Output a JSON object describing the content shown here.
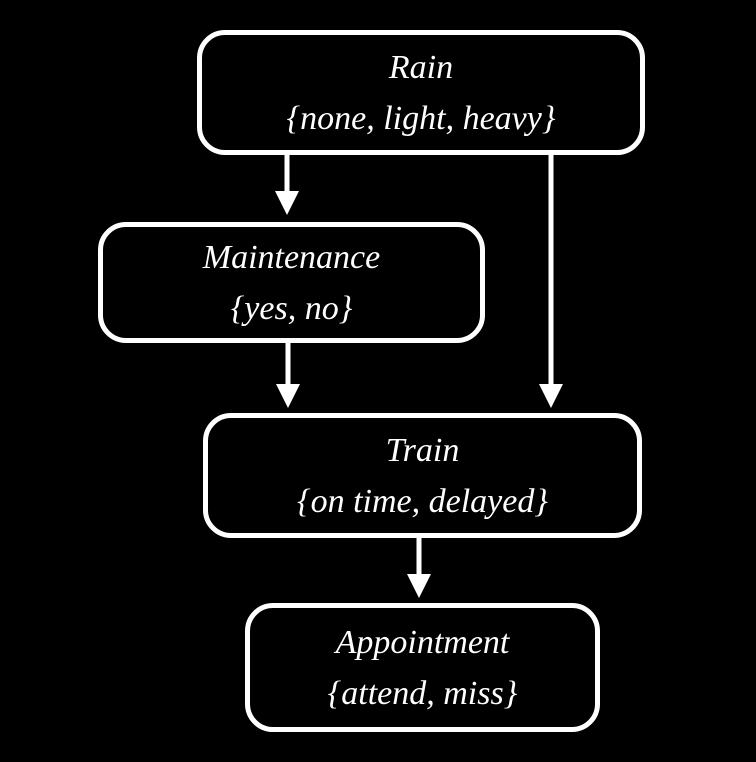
{
  "diagram": {
    "type": "bayesian-network",
    "background_color": "#000000",
    "node_stroke_color": "#ffffff",
    "text_color": "#ffffff",
    "nodes": [
      {
        "id": "rain",
        "label": "Rain",
        "values": "{none, light, heavy}"
      },
      {
        "id": "maintenance",
        "label": "Maintenance",
        "values": "{yes, no}"
      },
      {
        "id": "train",
        "label": "Train",
        "values": "{on time, delayed}"
      },
      {
        "id": "appointment",
        "label": "Appointment",
        "values": "{attend, miss}"
      }
    ],
    "edges": [
      {
        "from": "rain",
        "to": "maintenance"
      },
      {
        "from": "rain",
        "to": "train"
      },
      {
        "from": "maintenance",
        "to": "train"
      },
      {
        "from": "train",
        "to": "appointment"
      }
    ]
  }
}
